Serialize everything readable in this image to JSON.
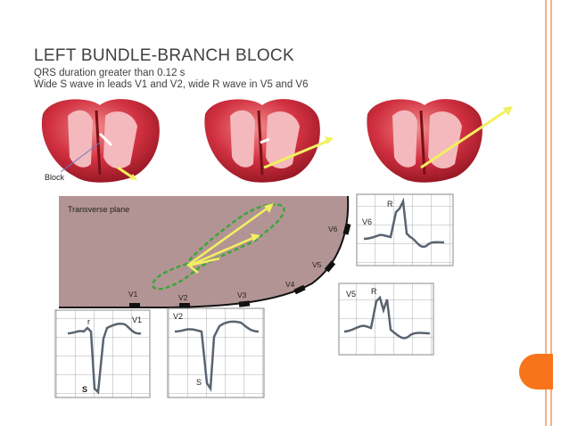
{
  "slide": {
    "title": "LEFT BUNDLE-BRANCH BLOCK",
    "lines": [
      "QRS duration greater than 0.12 s",
      "Wide S wave in leads V1 and V2, wide R wave in V5 and V6"
    ]
  },
  "hearts": {
    "block_label": "Block"
  },
  "transverse": {
    "label": "Transverse plane",
    "leads": {
      "v1": "V1",
      "v2": "V2",
      "v3": "V3",
      "v4": "V4",
      "v5": "V5",
      "v6": "V6"
    }
  },
  "ecg": {
    "v1": {
      "lead": "V1",
      "r": "r",
      "s": "S"
    },
    "v2": {
      "lead": "V2",
      "s": "S"
    },
    "v5": {
      "lead": "V5",
      "r": "R"
    },
    "v6": {
      "lead": "V6",
      "r": "R"
    }
  },
  "colors": {
    "title_text": "#404040",
    "heart": "#c42430",
    "vector_arrow": "#f2f060",
    "transverse_fill": "#b39494",
    "loop_dashed": "#3aa63a",
    "ecg_trace": "#5a6470",
    "accent_orange": "#f7741b"
  }
}
